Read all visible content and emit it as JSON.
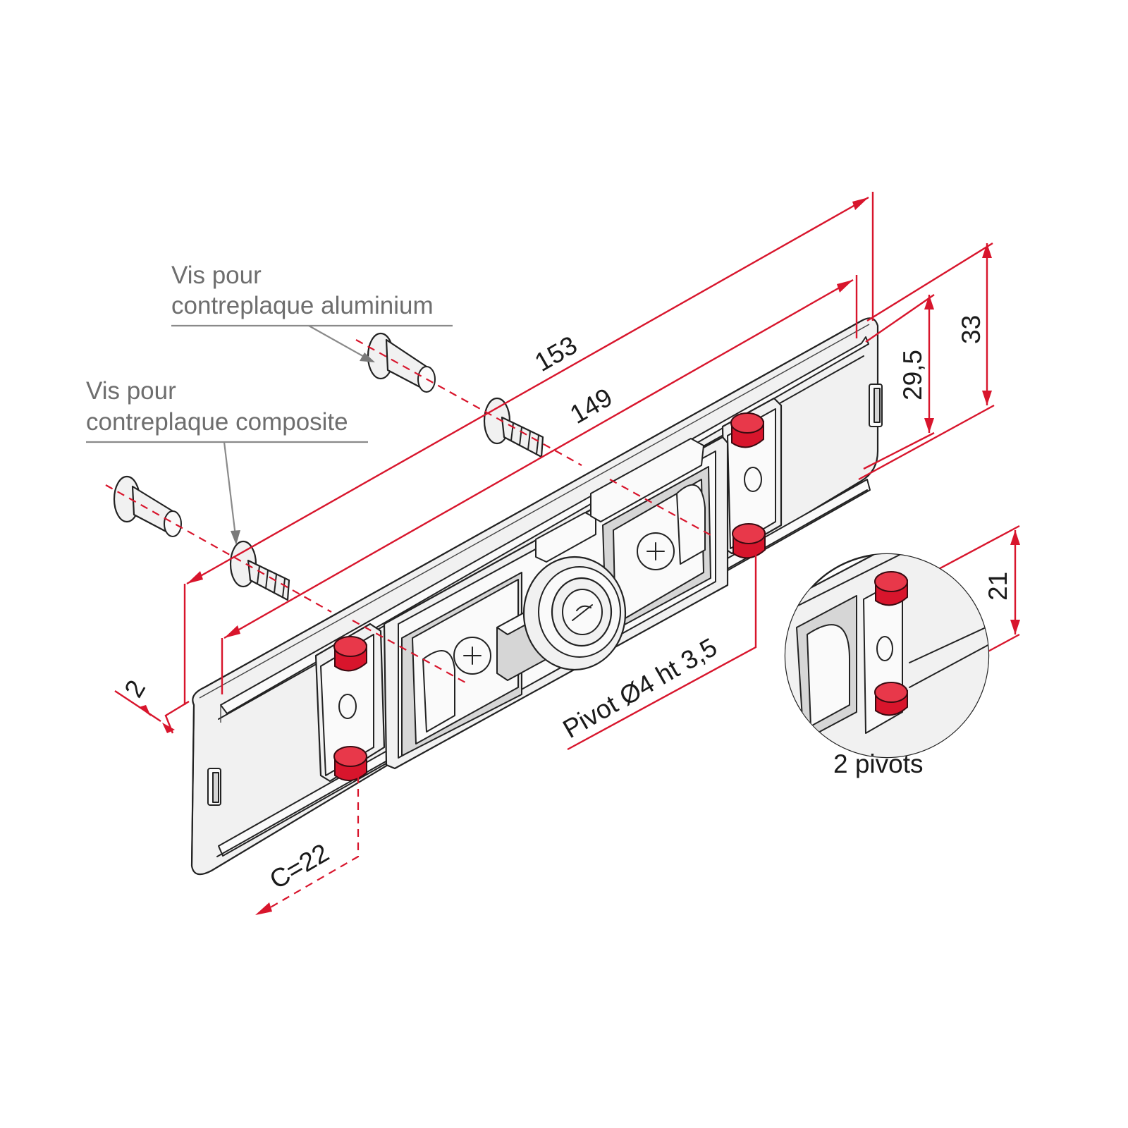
{
  "callouts": {
    "aluminium": {
      "line1": "Vis pour",
      "line2": "contreplaque aluminium"
    },
    "composite": {
      "line1": "Vis pour",
      "line2": "contreplaque composite"
    }
  },
  "dimensions": {
    "length_total": "153",
    "length_inner": "149",
    "height_total": "33",
    "height_inner": "29,5",
    "thickness": "2",
    "pivot_spacing": "21",
    "center": "C=22",
    "pivot_spec": "Pivot Ø4 ht 3,5"
  },
  "detail": {
    "caption": "2 pivots"
  },
  "colors": {
    "dimension": "#d8152c",
    "callout": "#8a8a8a",
    "outline": "#222222",
    "pivot": "#d8152c"
  }
}
